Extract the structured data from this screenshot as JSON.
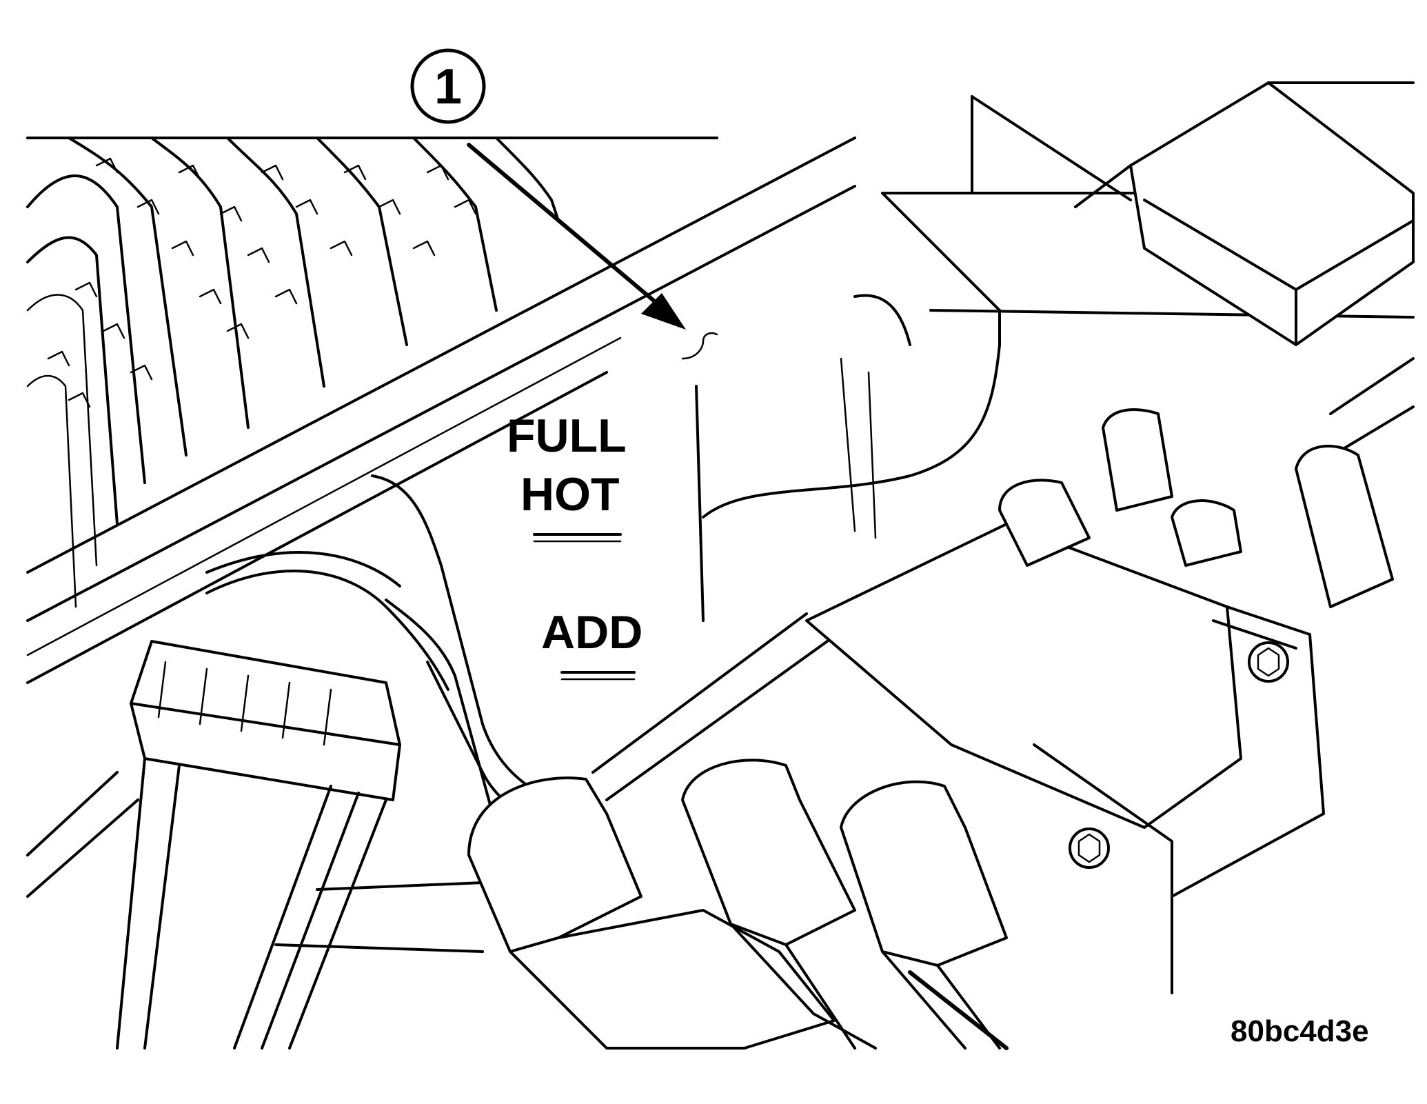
{
  "callouts": [
    {
      "number": "1"
    }
  ],
  "reservoir_marks": {
    "full_hot_line1": "FULL",
    "full_hot_line2": "HOT",
    "add": "ADD"
  },
  "figure_code": "80bc4d3e"
}
